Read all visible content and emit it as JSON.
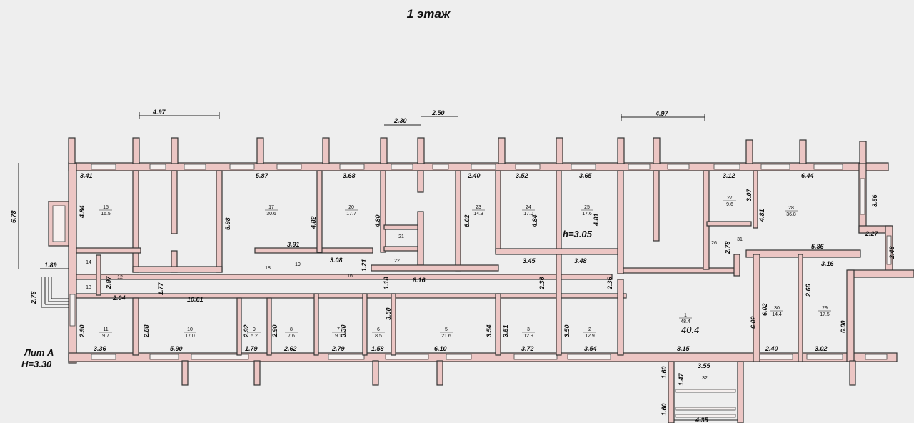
{
  "title": "1 этаж",
  "lit": "Лит А",
  "height_main": "H=3.30",
  "height_sub": "h=3.05",
  "handwritten": "40.4",
  "ext_dims": {
    "top_a": "4.97",
    "top_b": "2.30",
    "top_c": "2.50",
    "top_d": "4.97",
    "left": "6.78",
    "stair_w": "1.89",
    "stair_h": "2.76",
    "bottom_stair": "4.35"
  },
  "rooms": [
    {
      "n": "15",
      "a": "16.5"
    },
    {
      "n": "17",
      "a": "30.6"
    },
    {
      "n": "20",
      "a": "17.7"
    },
    {
      "n": "21",
      "a": ""
    },
    {
      "n": "22",
      "a": ""
    },
    {
      "n": "23",
      "a": "14.3"
    },
    {
      "n": "24",
      "a": "17.0"
    },
    {
      "n": "25",
      "a": "17.6"
    },
    {
      "n": "27",
      "a": "9.6"
    },
    {
      "n": "28",
      "a": "36.8"
    },
    {
      "n": "26",
      "a": ""
    },
    {
      "n": "31",
      "a": ""
    },
    {
      "n": "14",
      "a": ""
    },
    {
      "n": "12",
      "a": ""
    },
    {
      "n": "13",
      "a": ""
    },
    {
      "n": "18",
      "a": ""
    },
    {
      "n": "19",
      "a": ""
    },
    {
      "n": "16",
      "a": ""
    },
    {
      "n": "11",
      "a": "9.7"
    },
    {
      "n": "10",
      "a": "17.0"
    },
    {
      "n": "9",
      "a": "5.2"
    },
    {
      "n": "8",
      "a": "7.6"
    },
    {
      "n": "7",
      "a": "9.1"
    },
    {
      "n": "6",
      "a": "8.5"
    },
    {
      "n": "5",
      "a": "21.6"
    },
    {
      "n": "3",
      "a": "12.9"
    },
    {
      "n": "2",
      "a": "12.9"
    },
    {
      "n": "1",
      "a": "48.4"
    },
    {
      "n": "30",
      "a": "14.4"
    },
    {
      "n": "29",
      "a": "17.5"
    },
    {
      "n": "32",
      "a": ""
    }
  ],
  "dims": [
    "3.41",
    "5.87",
    "3.68",
    "2.40",
    "3.52",
    "3.65",
    "3.12",
    "6.44",
    "3.56",
    "2.27",
    "4.84",
    "5.98",
    "4.82",
    "4.80",
    "6.02",
    "4.84",
    "4.81",
    "3.07",
    "4.81",
    "2.78",
    "3.91",
    "3.08",
    "1.21",
    "8.16",
    "3.45",
    "3.48",
    "5.86",
    "3.16",
    "2.48",
    "2.97",
    "2.04",
    "1.77",
    "10.61",
    "1.18",
    "2.36",
    "2.36",
    "2.90",
    "2.88",
    "2.92",
    "2.90",
    "3.30",
    "3.50",
    "3.54",
    "3.51",
    "3.50",
    "6.02",
    "6.02",
    "2.66",
    "6.00",
    "3.36",
    "5.90",
    "1.79",
    "2.62",
    "2.79",
    "1.58",
    "6.10",
    "3.72",
    "3.54",
    "8.15",
    "2.40",
    "3.02",
    "3.55",
    "1.60",
    "1.47",
    "1.60"
  ]
}
